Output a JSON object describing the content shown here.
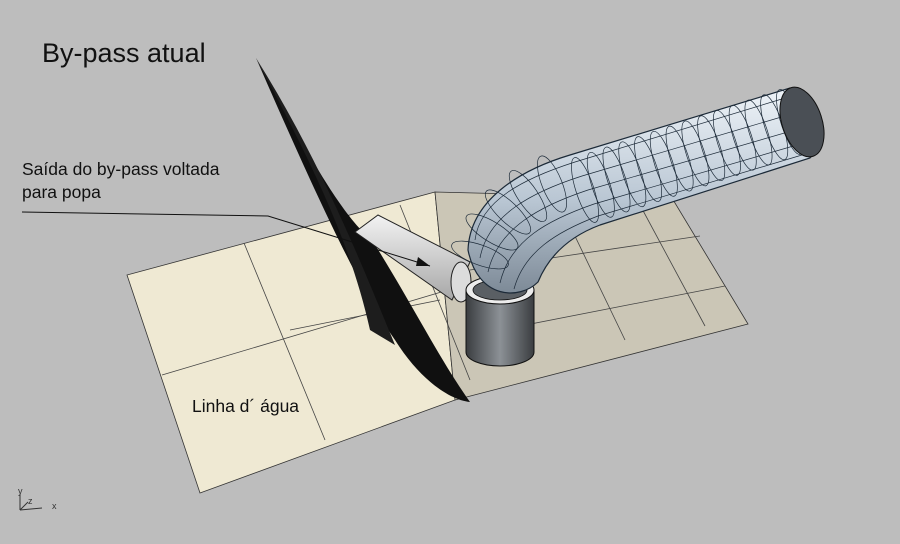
{
  "title": "By-pass atual",
  "annotation": {
    "line1": "Saída do by-pass voltada",
    "line2": "para popa"
  },
  "waterline_label": "Linha d´ água",
  "axis_indicator": {
    "y": "y",
    "z": "z",
    "x": "x"
  },
  "colors": {
    "background": "#bdbdbd",
    "water_surface_light": "#efe9d3",
    "water_surface_shaded": "#cbc6b6",
    "hull": "#101010",
    "pipe_body": "#c8d4e0",
    "pipe_mesh": "#1c2a38",
    "pipe_end": "#4a4f55"
  }
}
